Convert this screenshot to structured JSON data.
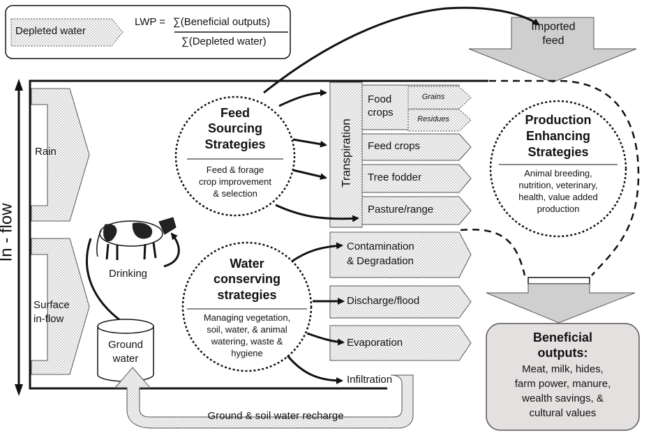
{
  "legend": {
    "depleted_label": "Depleted water",
    "lwp_prefix": "LWP =",
    "numerator": "∑(Beneficial outputs)",
    "denominator": "∑(Depleted water)"
  },
  "imported_feed": {
    "line1": "Imported",
    "line2": "feed"
  },
  "inflow": {
    "axis_label": "In - flow",
    "rain": "Rain",
    "surface_line1": "Surface",
    "surface_line2": "in-flow"
  },
  "drinking": "Drinking",
  "ground_water": {
    "line1": "Ground",
    "line2": "water"
  },
  "recharge": "Ground & soil water recharge",
  "feed_strategies": {
    "title_line1": "Feed",
    "title_line2": "Sourcing",
    "title_line3": "Strategies",
    "body_line1": "Feed & forage",
    "body_line2": "crop improvement",
    "body_line3": "& selection"
  },
  "water_strategies": {
    "title_line1": "Water",
    "title_line2": "conserving",
    "title_line3": "strategies",
    "body_line1": "Managing vegetation,",
    "body_line2": "soil, water, & animal",
    "body_line3": "watering, waste &",
    "body_line4": "hygiene"
  },
  "transpiration": {
    "label": "Transpiration",
    "food_crops_line1": "Food",
    "food_crops_line2": "crops",
    "grains": "Grains",
    "residues": "Residues",
    "feed_crops": "Feed crops",
    "tree_fodder": "Tree fodder",
    "pasture": "Pasture/range"
  },
  "losses": {
    "contamination_line1": "Contamination",
    "contamination_line2": "& Degradation",
    "discharge": "Discharge/flood",
    "evaporation": "Evaporation",
    "infiltration": "Infiltration"
  },
  "production": {
    "title_line1": "Production",
    "title_line2": "Enhancing",
    "title_line3": "Strategies",
    "body_line1": "Animal breeding,",
    "body_line2": "nutrition, veterinary,",
    "body_line3": "health, value added",
    "body_line4": "production"
  },
  "beneficial": {
    "title_line1": "Beneficial",
    "title_line2": "outputs:",
    "line1": "Meat, milk, hides,",
    "line2": "farm power, manure,",
    "line3": "wealth savings, &",
    "line4": "cultural values"
  },
  "colors": {
    "stipple": "#b8b8b8",
    "grey_arrow": "#cfcfcf",
    "beneficial_fill": "#e4e0e0",
    "line": "#111111"
  }
}
